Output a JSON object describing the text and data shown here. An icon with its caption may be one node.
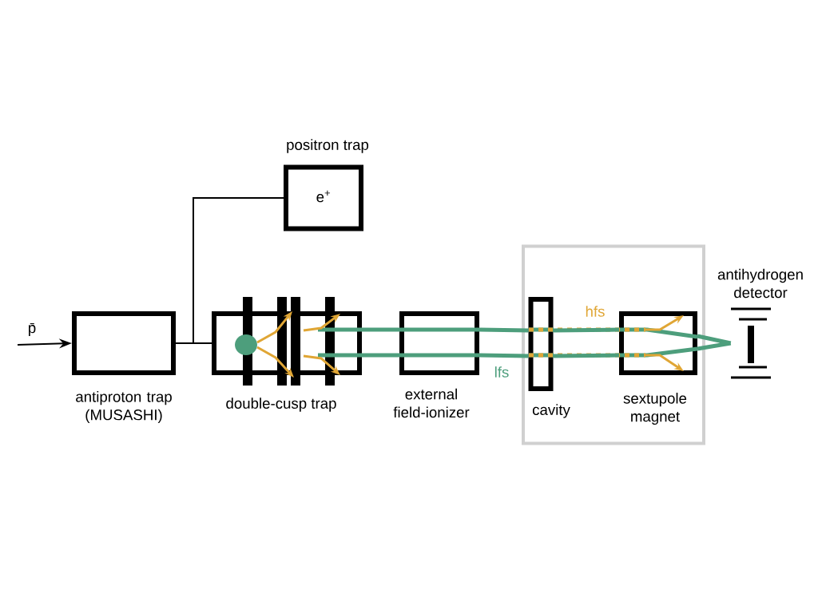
{
  "diagram": {
    "nodes": [
      {
        "text": [
          "antiproton trap (MUSASHI)"
        ]
      },
      {
        "text": [
          "positron trap",
          "e$^{+}$"
        ]
      },
      {
        "text": [
          "double-cusp trap"
        ]
      },
      {
        "text": [
          "external field-ionizer"
        ]
      },
      {
        "text": [],
        "shape": "box"
      },
      {
        "text": [
          "cavity"
        ],
        "in": 4
      },
      {
        "text": [
          "sextupole magnet"
        ],
        "in": 4
      },
      {
        "text": [
          "antihydrogen detector"
        ]
      }
    ],
    "edges": [
      {
        "from": null,
        "to": 0,
        "arrow": "to",
        "label": "p̄",
        "color": "#000000"
      },
      {
        "from": 0,
        "to": 2,
        "arrow": "none",
        "color": "#000000"
      },
      {
        "from": 0,
        "to": 1,
        "arrow": "none",
        "color": "#000000"
      },
      {
        "from": 2,
        "to": 3,
        "arrow": "none"
      },
      {
        "from": 3,
        "to": 5,
        "arrow": "none"
      },
      {
        "from": 5,
        "to": 6,
        "arrow": "none"
      },
      {
        "from": 6,
        "to": 7,
        "arrow": "none"
      }
    ],
    "labels": [
      "hfs",
      "lfs"
    ]
  }
}
